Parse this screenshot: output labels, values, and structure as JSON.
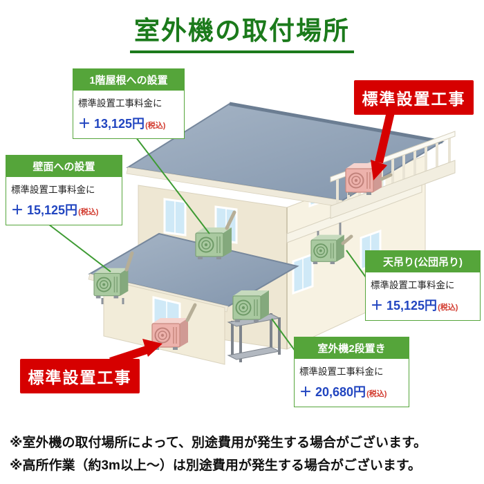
{
  "page": {
    "title": "室外機の取付場所"
  },
  "callouts": {
    "roof1f": {
      "header": "1階屋根への設置",
      "line1": "標準設置工事料金に",
      "price": "＋ 13,125円",
      "tax": "(税込)"
    },
    "wall": {
      "header": "壁面への設置",
      "line1": "標準設置工事料金に",
      "price": "＋ 15,125円",
      "tax": "(税込)"
    },
    "ceiling": {
      "header": "天吊り(公団吊り)",
      "line1": "標準設置工事料金に",
      "price": "＋ 15,125円",
      "tax": "(税込)"
    },
    "two_tier": {
      "header": "室外機2段置き",
      "line1": "標準設置工事料金に",
      "price": "＋ 20,680円",
      "tax": "(税込)"
    },
    "standard_top": "標準設置工事",
    "standard_bottom": "標準設置工事"
  },
  "footnotes": [
    "※室外機の取付場所によって、別途費用が発生する場合がございます。",
    "※高所作業（約3m以上～）は別途費用が発生する場合がございます。"
  ],
  "colors": {
    "title_green": "#1b7a1b",
    "callout_header_green": "#55a53a",
    "connector_green": "#3e9b33",
    "price_blue": "#2145c0",
    "tax_red": "#d23a2e",
    "badge_red": "#d60000",
    "roof_blue_gray": "#8e9fb4",
    "wall_cream": "#f2ecd9",
    "window_blue": "#cfe9f7"
  }
}
